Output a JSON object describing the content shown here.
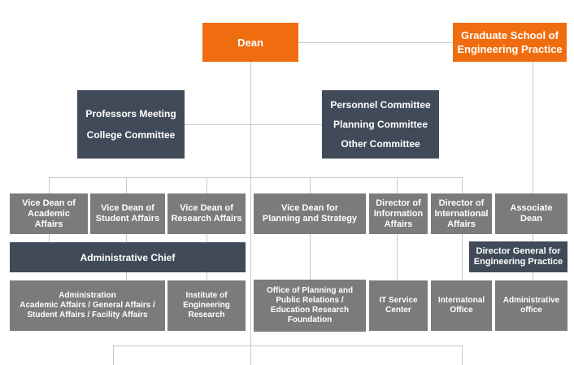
{
  "colors": {
    "orange": "#ef6d0f",
    "dark": "#414a59",
    "gray": "#7b7b7b",
    "line": "#c8c8c8"
  },
  "top": {
    "dean": "Dean",
    "graduate_school": "Graduate School of\nEngineering Practice"
  },
  "committees": {
    "left": "Professors Meeting\n\nCollege Committee",
    "right": "Personnel Committee\n\nPlanning Committee\n\nOther Committee"
  },
  "vice_deans": {
    "academic": "Vice Dean of\nAcademic Affairs",
    "student": "Vice Dean of\nStudent Affairs",
    "research": "Vice Dean of\nResearch Affairs",
    "planning": "Vice Dean for\nPlanning and Strategy",
    "information": "Director of\nInformation\nAffairs",
    "international": "Director of\nInternational\nAffairs",
    "associate": "Associate Dean"
  },
  "chiefs": {
    "administrative": "Administrative Chief",
    "director_general": "Director General for\nEngineering Practice"
  },
  "offices": {
    "administration": "Administration\nAcademic Affairs / General Affairs /\nStudent Affairs / Facility Affairs",
    "institute": "Institute of\nEngineering\nResearch",
    "planning_office": "Office of Planning and\nPublic Relations /\nEducation Research\nFoundation",
    "it_service": "IT Service\nCenter",
    "international_office": "Internatonal\nOffice",
    "administrative_office": "Administrative\noffice"
  }
}
